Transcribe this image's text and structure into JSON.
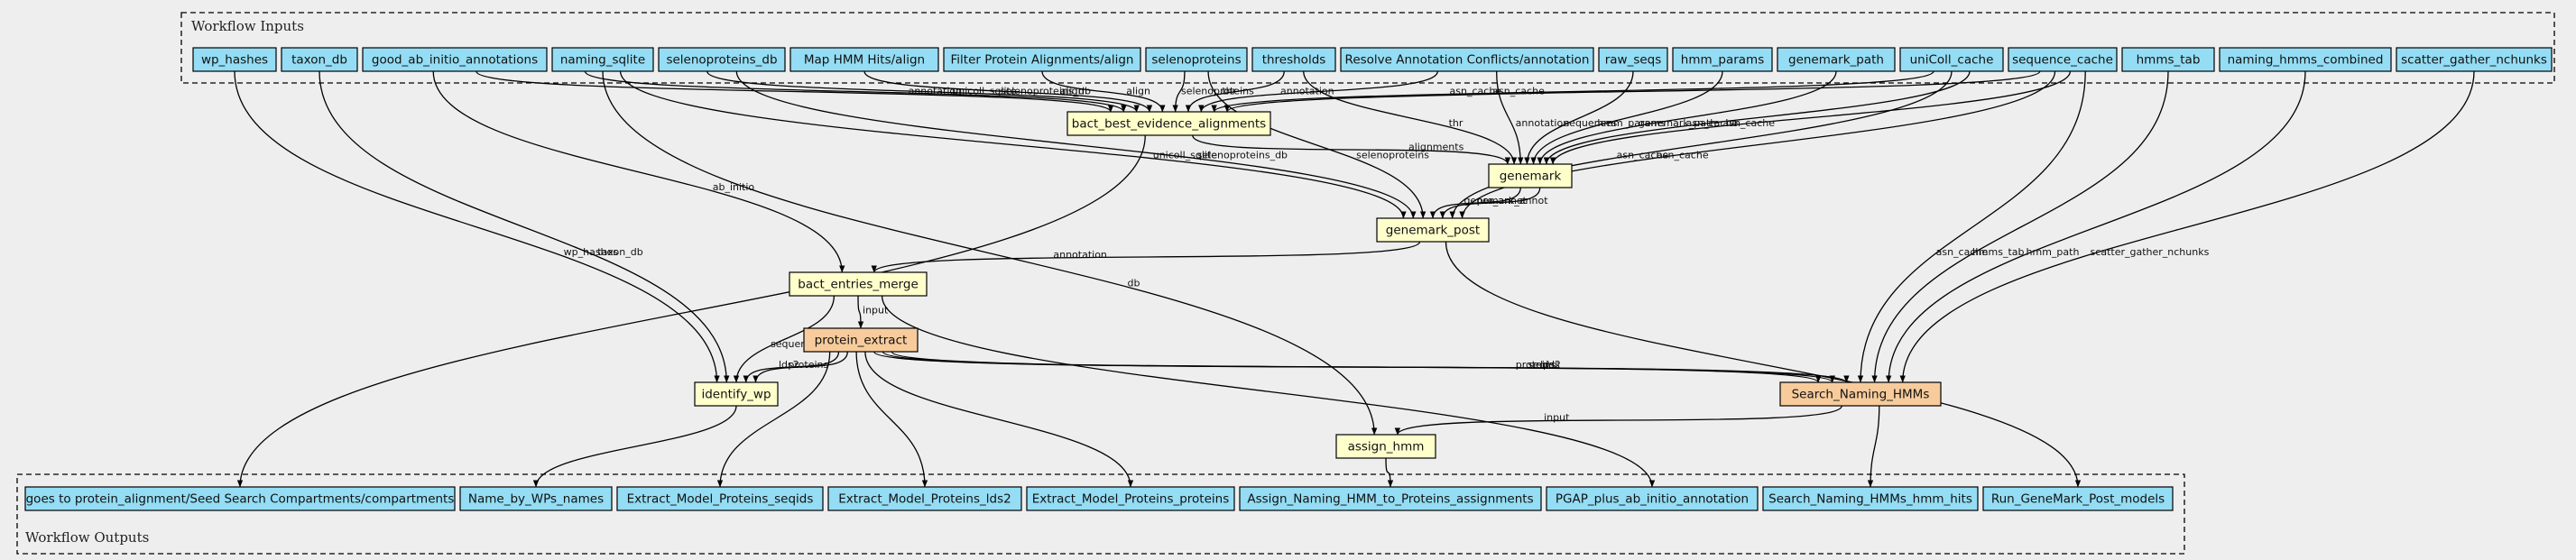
{
  "clusters": {
    "inputs_title": "Workflow Inputs",
    "outputs_title": "Workflow Outputs"
  },
  "colors": {
    "input_fill": "#94ddf4",
    "step_fill": "#ffffcc",
    "subworkflow_fill": "#f7cb9b",
    "output_fill": "#94ddf4",
    "background": "#eeeeee"
  },
  "nodes": [
    {
      "id": "in_wp_hashes",
      "label": "wp_hashes",
      "kind": "input"
    },
    {
      "id": "in_taxon_db",
      "label": "taxon_db",
      "kind": "input"
    },
    {
      "id": "in_good_ab",
      "label": "good_ab_initio_annotations",
      "kind": "input"
    },
    {
      "id": "in_naming_sqlite",
      "label": "naming_sqlite",
      "kind": "input"
    },
    {
      "id": "in_selenoproteins_db",
      "label": "selenoproteins_db",
      "kind": "input"
    },
    {
      "id": "in_map_hmm",
      "label": "Map HMM Hits/align",
      "kind": "input"
    },
    {
      "id": "in_filter_prot",
      "label": "Filter Protein Alignments/align",
      "kind": "input"
    },
    {
      "id": "in_selenoproteins",
      "label": "selenoproteins",
      "kind": "input"
    },
    {
      "id": "in_thresholds",
      "label": "thresholds",
      "kind": "input"
    },
    {
      "id": "in_resolve",
      "label": "Resolve Annotation Conflicts/annotation",
      "kind": "input"
    },
    {
      "id": "in_raw_seqs",
      "label": "raw_seqs",
      "kind": "input"
    },
    {
      "id": "in_hmm_params",
      "label": "hmm_params",
      "kind": "input"
    },
    {
      "id": "in_genemark_path",
      "label": "genemark_path",
      "kind": "input"
    },
    {
      "id": "in_unicoll",
      "label": "uniColl_cache",
      "kind": "input"
    },
    {
      "id": "in_sequence_cache",
      "label": "sequence_cache",
      "kind": "input"
    },
    {
      "id": "in_hmms_tab",
      "label": "hmms_tab",
      "kind": "input"
    },
    {
      "id": "in_naming_hmms",
      "label": "naming_hmms_combined",
      "kind": "input"
    },
    {
      "id": "in_scatter",
      "label": "scatter_gather_nchunks",
      "kind": "input"
    },
    {
      "id": "st_bact_best",
      "label": "bact_best_evidence_alignments",
      "kind": "step"
    },
    {
      "id": "st_genemark",
      "label": "genemark",
      "kind": "step"
    },
    {
      "id": "st_genemark_post",
      "label": "genemark_post",
      "kind": "step"
    },
    {
      "id": "st_bact_entries",
      "label": "bact_entries_merge",
      "kind": "step"
    },
    {
      "id": "st_protein_extract",
      "label": "protein_extract",
      "kind": "subworkflow"
    },
    {
      "id": "st_identify_wp",
      "label": "identify_wp",
      "kind": "step"
    },
    {
      "id": "st_search_naming",
      "label": "Search_Naming_HMMs",
      "kind": "subworkflow"
    },
    {
      "id": "st_assign_hmm",
      "label": "assign_hmm",
      "kind": "step"
    },
    {
      "id": "out_goes_to",
      "label": "goes to protein_alignment/Seed Search Compartments/compartments",
      "kind": "output"
    },
    {
      "id": "out_name_by_wps",
      "label": "Name_by_WPs_names",
      "kind": "output"
    },
    {
      "id": "out_seqids",
      "label": "Extract_Model_Proteins_seqids",
      "kind": "output"
    },
    {
      "id": "out_lds2",
      "label": "Extract_Model_Proteins_lds2",
      "kind": "output"
    },
    {
      "id": "out_proteins",
      "label": "Extract_Model_Proteins_proteins",
      "kind": "output"
    },
    {
      "id": "out_assign",
      "label": "Assign_Naming_HMM_to_Proteins_assignments",
      "kind": "output"
    },
    {
      "id": "out_pgap",
      "label": "PGAP_plus_ab_initio_annotation",
      "kind": "output"
    },
    {
      "id": "out_hmm_hits",
      "label": "Search_Naming_HMMs_hmm_hits",
      "kind": "output"
    },
    {
      "id": "out_genemark_models",
      "label": "Run_GeneMark_Post_models",
      "kind": "output"
    }
  ],
  "edges": [
    {
      "from": "in_good_ab",
      "to": "st_bact_best",
      "label": "annotation"
    },
    {
      "from": "in_naming_sqlite",
      "to": "st_bact_best",
      "label": "unicoll_sqlite"
    },
    {
      "from": "in_selenoproteins_db",
      "to": "st_bact_best",
      "label": "selenoproteins_db"
    },
    {
      "from": "in_map_hmm",
      "to": "st_bact_best",
      "label": "align"
    },
    {
      "from": "in_filter_prot",
      "to": "st_bact_best",
      "label": "align"
    },
    {
      "from": "in_selenoproteins",
      "to": "st_bact_best",
      "label": "selenoproteins"
    },
    {
      "from": "in_thresholds",
      "to": "st_bact_best",
      "label": "thr"
    },
    {
      "from": "in_resolve",
      "to": "st_bact_best",
      "label": "annotation"
    },
    {
      "from": "in_sequence_cache",
      "to": "st_bact_best",
      "label": "asn_cache"
    },
    {
      "from": "in_unicoll",
      "to": "st_bact_best",
      "label": "asn_cache"
    },
    {
      "from": "st_bact_best",
      "to": "st_genemark",
      "label": "alignments"
    },
    {
      "from": "in_thresholds",
      "to": "st_genemark",
      "label": "thr"
    },
    {
      "from": "in_resolve",
      "to": "st_genemark",
      "label": "annotation"
    },
    {
      "from": "in_raw_seqs",
      "to": "st_genemark",
      "label": "sequences"
    },
    {
      "from": "in_hmm_params",
      "to": "st_genemark",
      "label": "hmm_params"
    },
    {
      "from": "in_genemark_path",
      "to": "st_genemark",
      "label": "genemark_path"
    },
    {
      "from": "in_unicoll",
      "to": "st_genemark",
      "label": "asn_cache"
    },
    {
      "from": "in_sequence_cache",
      "to": "st_genemark",
      "label": "asn_cache"
    },
    {
      "from": "st_genemark",
      "to": "st_genemark_post",
      "label": "genemark_annot"
    },
    {
      "from": "st_genemark",
      "to": "st_genemark_post",
      "label": "pre_annot"
    },
    {
      "from": "in_naming_sqlite",
      "to": "st_genemark_post",
      "label": "unicoll_sqlite"
    },
    {
      "from": "in_selenoproteins_db",
      "to": "st_genemark_post",
      "label": "selenoproteins_db"
    },
    {
      "from": "in_selenoproteins",
      "to": "st_genemark_post",
      "label": "selenoproteins"
    },
    {
      "from": "in_unicoll",
      "to": "st_genemark_post",
      "label": "asn_cache"
    },
    {
      "from": "in_sequence_cache",
      "to": "st_genemark_post",
      "label": "asn_cache"
    },
    {
      "from": "st_genemark_post",
      "to": "st_bact_entries",
      "label": "annotation"
    },
    {
      "from": "in_good_ab",
      "to": "st_bact_entries",
      "label": "ab_initio"
    },
    {
      "from": "st_bact_entries",
      "to": "st_protein_extract",
      "label": "input"
    },
    {
      "from": "st_bact_entries",
      "to": "st_identify_wp",
      "label": "sequences"
    },
    {
      "from": "in_wp_hashes",
      "to": "st_identify_wp",
      "label": "wp_hashes"
    },
    {
      "from": "in_taxon_db",
      "to": "st_identify_wp",
      "label": "taxon_db"
    },
    {
      "from": "st_protein_extract",
      "to": "st_identify_wp",
      "label": "lds2"
    },
    {
      "from": "st_protein_extract",
      "to": "st_identify_wp",
      "label": "proteins"
    },
    {
      "from": "st_protein_extract",
      "to": "st_search_naming",
      "label": "proteins"
    },
    {
      "from": "st_protein_extract",
      "to": "st_search_naming",
      "label": "seqids"
    },
    {
      "from": "st_protein_extract",
      "to": "st_search_naming",
      "label": "lds2"
    },
    {
      "from": "in_sequence_cache",
      "to": "st_search_naming",
      "label": "asn_cache"
    },
    {
      "from": "in_hmms_tab",
      "to": "st_search_naming",
      "label": "hmms_tab"
    },
    {
      "from": "in_naming_hmms",
      "to": "st_search_naming",
      "label": "hmm_path"
    },
    {
      "from": "in_scatter",
      "to": "st_search_naming",
      "label": "scatter_gather_nchunks"
    },
    {
      "from": "st_search_naming",
      "to": "st_assign_hmm",
      "label": "input"
    },
    {
      "from": "in_naming_sqlite",
      "to": "st_assign_hmm",
      "label": "db"
    },
    {
      "from": "st_bact_best",
      "to": "out_goes_to",
      "label": ""
    },
    {
      "from": "st_identify_wp",
      "to": "out_name_by_wps",
      "label": ""
    },
    {
      "from": "st_protein_extract",
      "to": "out_seqids",
      "label": ""
    },
    {
      "from": "st_protein_extract",
      "to": "out_lds2",
      "label": ""
    },
    {
      "from": "st_protein_extract",
      "to": "out_proteins",
      "label": ""
    },
    {
      "from": "st_assign_hmm",
      "to": "out_assign",
      "label": ""
    },
    {
      "from": "st_bact_entries",
      "to": "out_pgap",
      "label": ""
    },
    {
      "from": "st_search_naming",
      "to": "out_hmm_hits",
      "label": ""
    },
    {
      "from": "st_genemark_post",
      "to": "out_genemark_models",
      "label": ""
    }
  ]
}
